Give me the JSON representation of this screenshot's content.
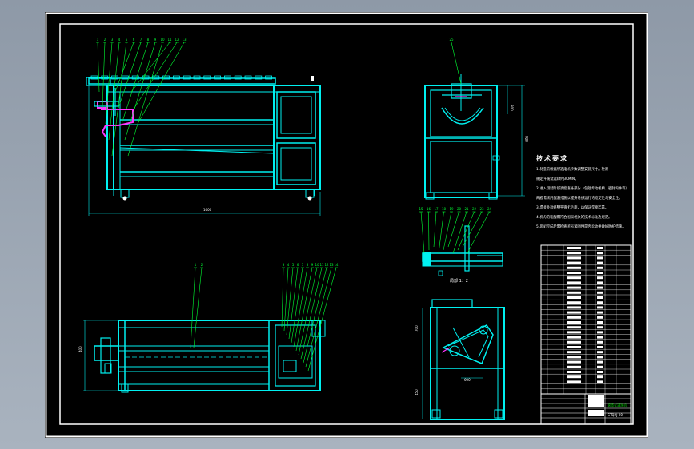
{
  "drawing": {
    "tech_requirements_title": "技术要求",
    "notes": [
      "1.制造前根据所选电机参数调整安装尺寸。检测",
      "规定开展试运转约30MIN。",
      "2.进入测试阶段须检查各部分（包括传动机构、密封构件等），",
      "两者需采用配套措施以提升系统运行的稳定性与安全性。",
      "3.焊接处须修整平滑无毛刺，以保证焊接牢靠。",
      "4.机构的装配需符合国家相关的技术标准及规范。",
      "5.装配完成后需检查所有紧固件是否松动并做好防护措施。"
    ],
    "section_label": "局部 1：2",
    "dimensions": {
      "front_length": "1600",
      "side_height_upper": "300",
      "side_height_lower": "900",
      "top_width": "400",
      "right_height": "700",
      "right_width": "600",
      "right_lower": "450"
    },
    "balloons_front": [
      "1",
      "2",
      "3",
      "4",
      "5",
      "6",
      "7",
      "8",
      "9",
      "10",
      "11",
      "12",
      "13"
    ],
    "balloons_top": [
      "1",
      "2"
    ],
    "balloons_top_right": [
      "3",
      "4",
      "5",
      "6",
      "7",
      "8",
      "9",
      "10",
      "11",
      "12",
      "13",
      "14"
    ],
    "balloons_detail": [
      "15",
      "16",
      "17",
      "18",
      "19",
      "20",
      "21",
      "22",
      "23",
      "24"
    ],
    "balloon_side": "25",
    "title_block": {
      "drawing_name": "滚筒式清洗机",
      "drawing_number": "GTQXJ-00"
    },
    "colors": {
      "line": "#00f0f0",
      "accent": "#ff33ff",
      "text": "#ffffff",
      "balloon": "#00ff33",
      "title_green": "#00dd00",
      "sheet": "#000000"
    }
  }
}
